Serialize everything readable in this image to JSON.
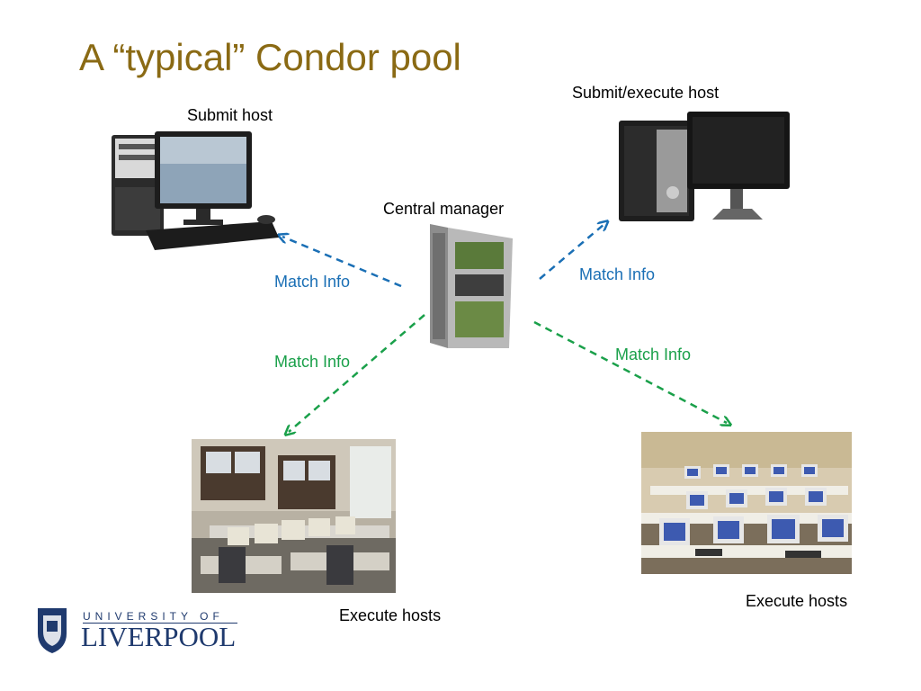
{
  "title": "A “typical” Condor pool",
  "nodes": {
    "submit_host": "Submit host",
    "submit_execute_host": "Submit/execute host",
    "central_manager": "Central manager",
    "execute_hosts_left": "Execute hosts",
    "execute_hosts_right": "Execute hosts"
  },
  "edges": {
    "to_submit": "Match Info",
    "to_submit_execute": "Match Info",
    "to_execute_left": "Match Info",
    "to_execute_right": "Match Info"
  },
  "colors": {
    "title": "#8a6a14",
    "blue_arrow": "#1a6fb5",
    "green_arrow": "#1aa04a"
  },
  "logo": {
    "top_text": "UNIVERSITY OF",
    "main_text": "LIVERPOOL"
  }
}
